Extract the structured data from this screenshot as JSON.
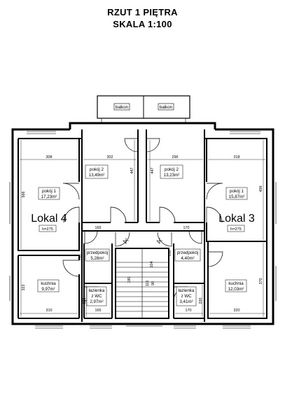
{
  "title": {
    "line1": "RZUT 1 PIĘTRA",
    "line2": "SKALA 1:100"
  },
  "balconies": [
    "balkon",
    "balkon"
  ],
  "rooms": {
    "l4_pokoj1": [
      "pokój 1",
      "17,23m²"
    ],
    "l4_pokoj2": [
      "pokój 2",
      "13,49m²"
    ],
    "l3_pokoj2": [
      "pokój 2",
      "13,23m²"
    ],
    "l3_pokoj1": [
      "pokój 1",
      "15,87m²"
    ],
    "l4_przedpokoj": [
      "przedpokój",
      "5,28m²"
    ],
    "l3_przedpokoj": [
      "przedpokój",
      "4,40m²"
    ],
    "l4_kuchnia": [
      "kuchnia",
      "9,97m²"
    ],
    "l3_kuchnia": [
      "kuchnia",
      "12,03m²"
    ],
    "l4_lazienka": [
      "łazienka",
      "z WC",
      "2,97m²"
    ],
    "l3_lazienka": [
      "łazienka",
      "z WC",
      "3,41m²"
    ]
  },
  "units": {
    "lokal4": "Lokal 4",
    "lokal3": "Lokal 3",
    "height4": "h=275",
    "height3": "h=275"
  },
  "dimensions": {
    "d308": "308",
    "d302": "302",
    "d296": "296",
    "d318": "318",
    "d566": "566",
    "d499": "499",
    "d447a": "447",
    "d447b": "447",
    "d165a": "165",
    "d170a": "170",
    "d323": "323",
    "d310": "310",
    "d180a": "180",
    "d165b": "165",
    "d170b": "170",
    "d200": "200",
    "d320": "320",
    "d370": "370",
    "d104": "104",
    "d150": "150",
    "d180b": "180",
    "d116": "116",
    "d90": "90",
    "d150b": "150"
  }
}
